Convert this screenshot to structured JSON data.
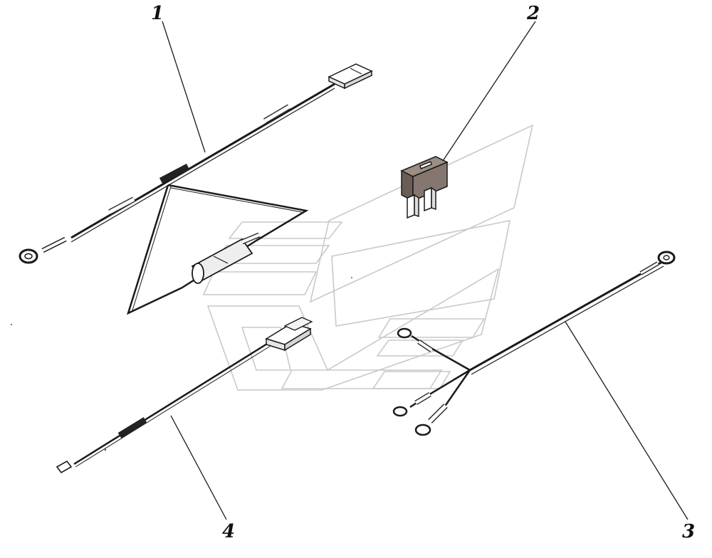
{
  "diagram": {
    "callouts": [
      {
        "id": "1",
        "label": "1"
      },
      {
        "id": "2",
        "label": "2"
      },
      {
        "id": "3",
        "label": "3"
      },
      {
        "id": "4",
        "label": "4"
      }
    ],
    "colors": {
      "line": "#1a1a1a",
      "watermark": "#c8c8c8",
      "fuse_body": "#8a7a70",
      "fuse_shadow": "#5e534c"
    }
  }
}
